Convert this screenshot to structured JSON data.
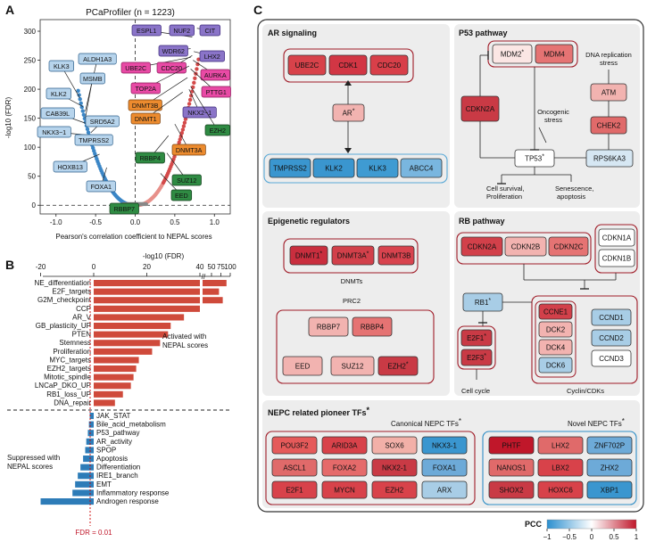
{
  "panelA": {
    "letter": "A",
    "title": "PCaProfiler (n = 1223)",
    "ylabel": "-log10 (FDR)",
    "xlabel": "Pearson's correlation coefficient to NEPAL scores",
    "yticks": [
      "0",
      "50",
      "100",
      "150",
      "200",
      "250",
      "300"
    ],
    "xticks": [
      "-1.0",
      "-0.5",
      "0.0",
      "0.5",
      "1.0"
    ],
    "labels": {
      "klk3": "KLK3",
      "aldh1a3": "ALDH1A3",
      "klk2": "KLK2",
      "msmb": "MSMB",
      "cab39l": "CAB39L",
      "srd5a2": "SRD5A2",
      "nkx31": "NKX3−1",
      "tmprss2": "TMPRSS2",
      "hoxb13": "HOXB13",
      "foxa1": "FOXA1",
      "rbbp7": "RBBP7",
      "espl1": "ESPL1",
      "nuf2": "NUF2",
      "cit": "CIT",
      "wdr62": "WDR62",
      "lhx2": "LHX2",
      "ube2c": "UBE2C",
      "cdc20": "CDC20",
      "aurka": "AURKA",
      "top2a": "TOP2A",
      "pttg1": "PTTG1",
      "dnmt3b": "DNMT3B",
      "nkx21": "NKX2−1",
      "dnmt1": "DNMT1",
      "ezh2": "EZH2",
      "rbbp4": "RBBP4",
      "dnmt3a": "DNMT3A",
      "suz12": "SUZ12",
      "eed": "EED"
    }
  },
  "panelB": {
    "letter": "B",
    "axis_title": "-log10 (FDR)",
    "ticks": [
      "-20",
      "0",
      "20",
      "40",
      "50",
      "75",
      "100"
    ],
    "activated_label_1": "Activated with",
    "activated_label_2": "NEPAL scores",
    "suppressed_label_1": "Suppressed with",
    "suppressed_label_2": "NEPAL scores",
    "fdr_label": "FDR = 0.01",
    "activated": [
      "NE_differentiation",
      "E2F_targets",
      "G2M_checkpoint",
      "CCP",
      "AR_V",
      "GB_plasticity_UP",
      "PTEN",
      "Stemness",
      "Proliferation",
      "MYC_targets",
      "EZH2_targets",
      "Mitotic_spindle",
      "LNCaP_DKO_UP",
      "RB1_loss_UP",
      "DNA_repair"
    ],
    "suppressed": [
      "JAK_STAT",
      "Bile_acid_metabolism",
      "P53_pathway",
      "AR_activity",
      "SPOP",
      "Apoptosis",
      "Differentiation",
      "IRE1_branch",
      "EMT",
      "Inflammatory response",
      "Androgen response"
    ],
    "activated_values": [
      90,
      70,
      80,
      40,
      34,
      29,
      28,
      25,
      22,
      17,
      16,
      15,
      14,
      11,
      8
    ],
    "suppressed_values": [
      -1.5,
      -1.8,
      -2.2,
      -2.8,
      -3.2,
      -4,
      -5,
      -6,
      -7,
      -8,
      -20
    ]
  },
  "panelC": {
    "letter": "C",
    "ar": {
      "title": "AR signaling",
      "center": "AR",
      "top": [
        "UBE2C",
        "CDK1",
        "CDC20"
      ],
      "bottom": [
        "TMPRSS2",
        "KLK2",
        "KLK3",
        "ABCC4"
      ]
    },
    "p53": {
      "title": "P53 pathway",
      "mdm2": "MDM2",
      "mdm4": "MDM4",
      "cdkn2a": "CDKN2A",
      "atm": "ATM",
      "chek2": "CHEK2",
      "tp53": "TP53",
      "rps6ka3": "RPS6KA3",
      "dna_stress_1": "DNA replication",
      "dna_stress_2": "stress",
      "onco_1": "Oncogenic",
      "onco_2": "stress",
      "out1_1": "Cell survival,",
      "out1_2": "Proliferation",
      "out2_1": "Senescence,",
      "out2_2": "apoptosis"
    },
    "epi": {
      "title": "Epigenetic regulators",
      "dnmts": [
        "DNMT1",
        "DNMT3A",
        "DNMT3B"
      ],
      "dnmts_label": "DNMTs",
      "prc2_label": "PRC2",
      "prc2_row1": [
        "RBBP7",
        "RBBP4"
      ],
      "prc2_row2": [
        "EED",
        "SUZ12",
        "EZH2"
      ]
    },
    "rb": {
      "title": "RB pathway",
      "inhib": [
        "CDKN2A",
        "CDKN2B",
        "CDKN2C"
      ],
      "cdkn1": [
        "CDKN1A",
        "CDKN1B"
      ],
      "rb1": "RB1",
      "e2f": [
        "E2F1",
        "E2F3"
      ],
      "cell_cycle": "Cell cycle",
      "cyc_left": [
        "CCNE1",
        "DCK2",
        "DCK4",
        "DCK6"
      ],
      "cyc_right": [
        "CCND1",
        "CCND2",
        "CCND3"
      ],
      "cyclin_label": "Cyclin/CDKs"
    },
    "nepc": {
      "title": "NEPC related pioneer TFs",
      "canonical_title": "Canonical NEPC TFs",
      "novel_title": "Novel NEPC TFs",
      "canonical": [
        [
          "POU3F2",
          "ARID3A",
          "SOX6",
          "NKX3-1"
        ],
        [
          "ASCL1",
          "FOXA2",
          "NKX2-1",
          "FOXA1"
        ],
        [
          "E2F1",
          "MYCN",
          "EZH2",
          "ARX"
        ]
      ],
      "novel": [
        [
          "PHTF",
          "LHX2",
          "ZNF702P"
        ],
        [
          "NANOS1",
          "LBX2",
          "ZHX2"
        ],
        [
          "SHOX2",
          "HOXC6",
          "XBP1"
        ]
      ]
    },
    "star": "*",
    "legend": {
      "title": "PCC",
      "ticks": [
        "−1",
        "−0.5",
        "0",
        "0.5",
        "1"
      ]
    }
  },
  "colors": {
    "red_dark": "#c0172a",
    "red": "#d9404a",
    "red_mid": "#e57373",
    "red_light": "#f2b3b0",
    "blue_dark": "#2f8ec6",
    "blue": "#5aa9d6",
    "blue_light": "#a8cde6",
    "blue_pale": "#d6e7f3",
    "gray_panel": "#ededed",
    "bar_red": "#cf4a3b",
    "bar_blue": "#2d7cb8"
  }
}
